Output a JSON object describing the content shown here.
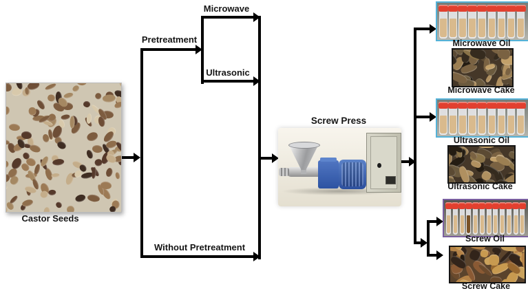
{
  "figure": {
    "description": "Castor seed oil extraction process flow diagram"
  },
  "seeds": {
    "caption": "Castor Seeds"
  },
  "flow": {
    "pretreatment": "Pretreatment",
    "microwave": "Microwave",
    "ultrasonic": "Ultrasonic",
    "without_pretreatment": "Without Pretreatment",
    "screw_press": "Screw Press"
  },
  "outputs": {
    "microwave_oil": {
      "label": "Microwave Oil",
      "type": "oil",
      "tube_count": 9
    },
    "microwave_cake": {
      "label": "Microwave Cake",
      "type": "cake"
    },
    "ultrasonic_oil": {
      "label": "Ultrasonic Oil",
      "type": "oil",
      "tube_count": 9
    },
    "ultrasonic_cake": {
      "label": "Ultrasonic Cake",
      "type": "cake"
    },
    "screw_oil": {
      "label": "Screw Oil",
      "type": "oil",
      "tube_count": 12
    },
    "screw_cake": {
      "label": "Screw Cake",
      "type": "cake"
    }
  },
  "colors": {
    "line": "#000000",
    "oil_photo_border": "#54b2d8",
    "screw_oil_photo_border": "#7a5fa0",
    "cake_photo_border": "#141414",
    "tube": {
      "cap": "#e2402f",
      "oil": "#d9ba8d",
      "dark_oil": "#7a5226",
      "glass": "rgba(233,233,236,0.88)"
    }
  },
  "palettes": {
    "seeds": {
      "bg": "#cfc6b2",
      "spots": [
        "#6e4e36",
        "#8f6e4c",
        "#55392a",
        "#a58862",
        "#c4ad8a",
        "#3f2d22",
        "#9c7a55",
        "#7d5c3f",
        "#d8c9ab"
      ]
    },
    "cake": {
      "bg": "#453728",
      "spots": [
        "#7a6242",
        "#9c7f52",
        "#5b4a33",
        "#c2a069",
        "#352b1e",
        "#8a7348",
        "#241c12",
        "#6b5a3e",
        "#b09060"
      ]
    },
    "rust": {
      "bg": "#5a432c",
      "spots": [
        "#8a5a34",
        "#b58347",
        "#6b4a2c",
        "#caa25c",
        "#32241a",
        "#96672f",
        "#241a10",
        "#c89a50"
      ]
    }
  }
}
